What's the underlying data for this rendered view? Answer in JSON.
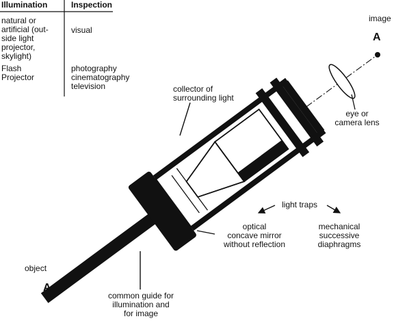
{
  "table": {
    "header_illumination": "Illumination",
    "header_inspection": "Inspection",
    "rows": [
      {
        "illumination": "natural or\nartificial (out-\nside light\nprojector,\nskylight)",
        "inspection": "visual"
      },
      {
        "illumination": "Flash\nProjector",
        "inspection": "photography\ncinematography\ntelevision"
      }
    ]
  },
  "labels": {
    "image": "image",
    "image_point": "A",
    "object": "object",
    "object_point": "A",
    "eye_lens": "eye or\ncamera lens",
    "collector": "collector of\nsurrounding light",
    "light_traps": "light traps",
    "optical_mirror": "optical\nconcave mirror\nwithout reflection",
    "mechanical": "mechanical\nsuccessive\ndiaphragms",
    "common_guide": "common guide for\nillumination and\nfor image"
  },
  "colors": {
    "ink": "#111111",
    "paper": "#ffffff"
  }
}
